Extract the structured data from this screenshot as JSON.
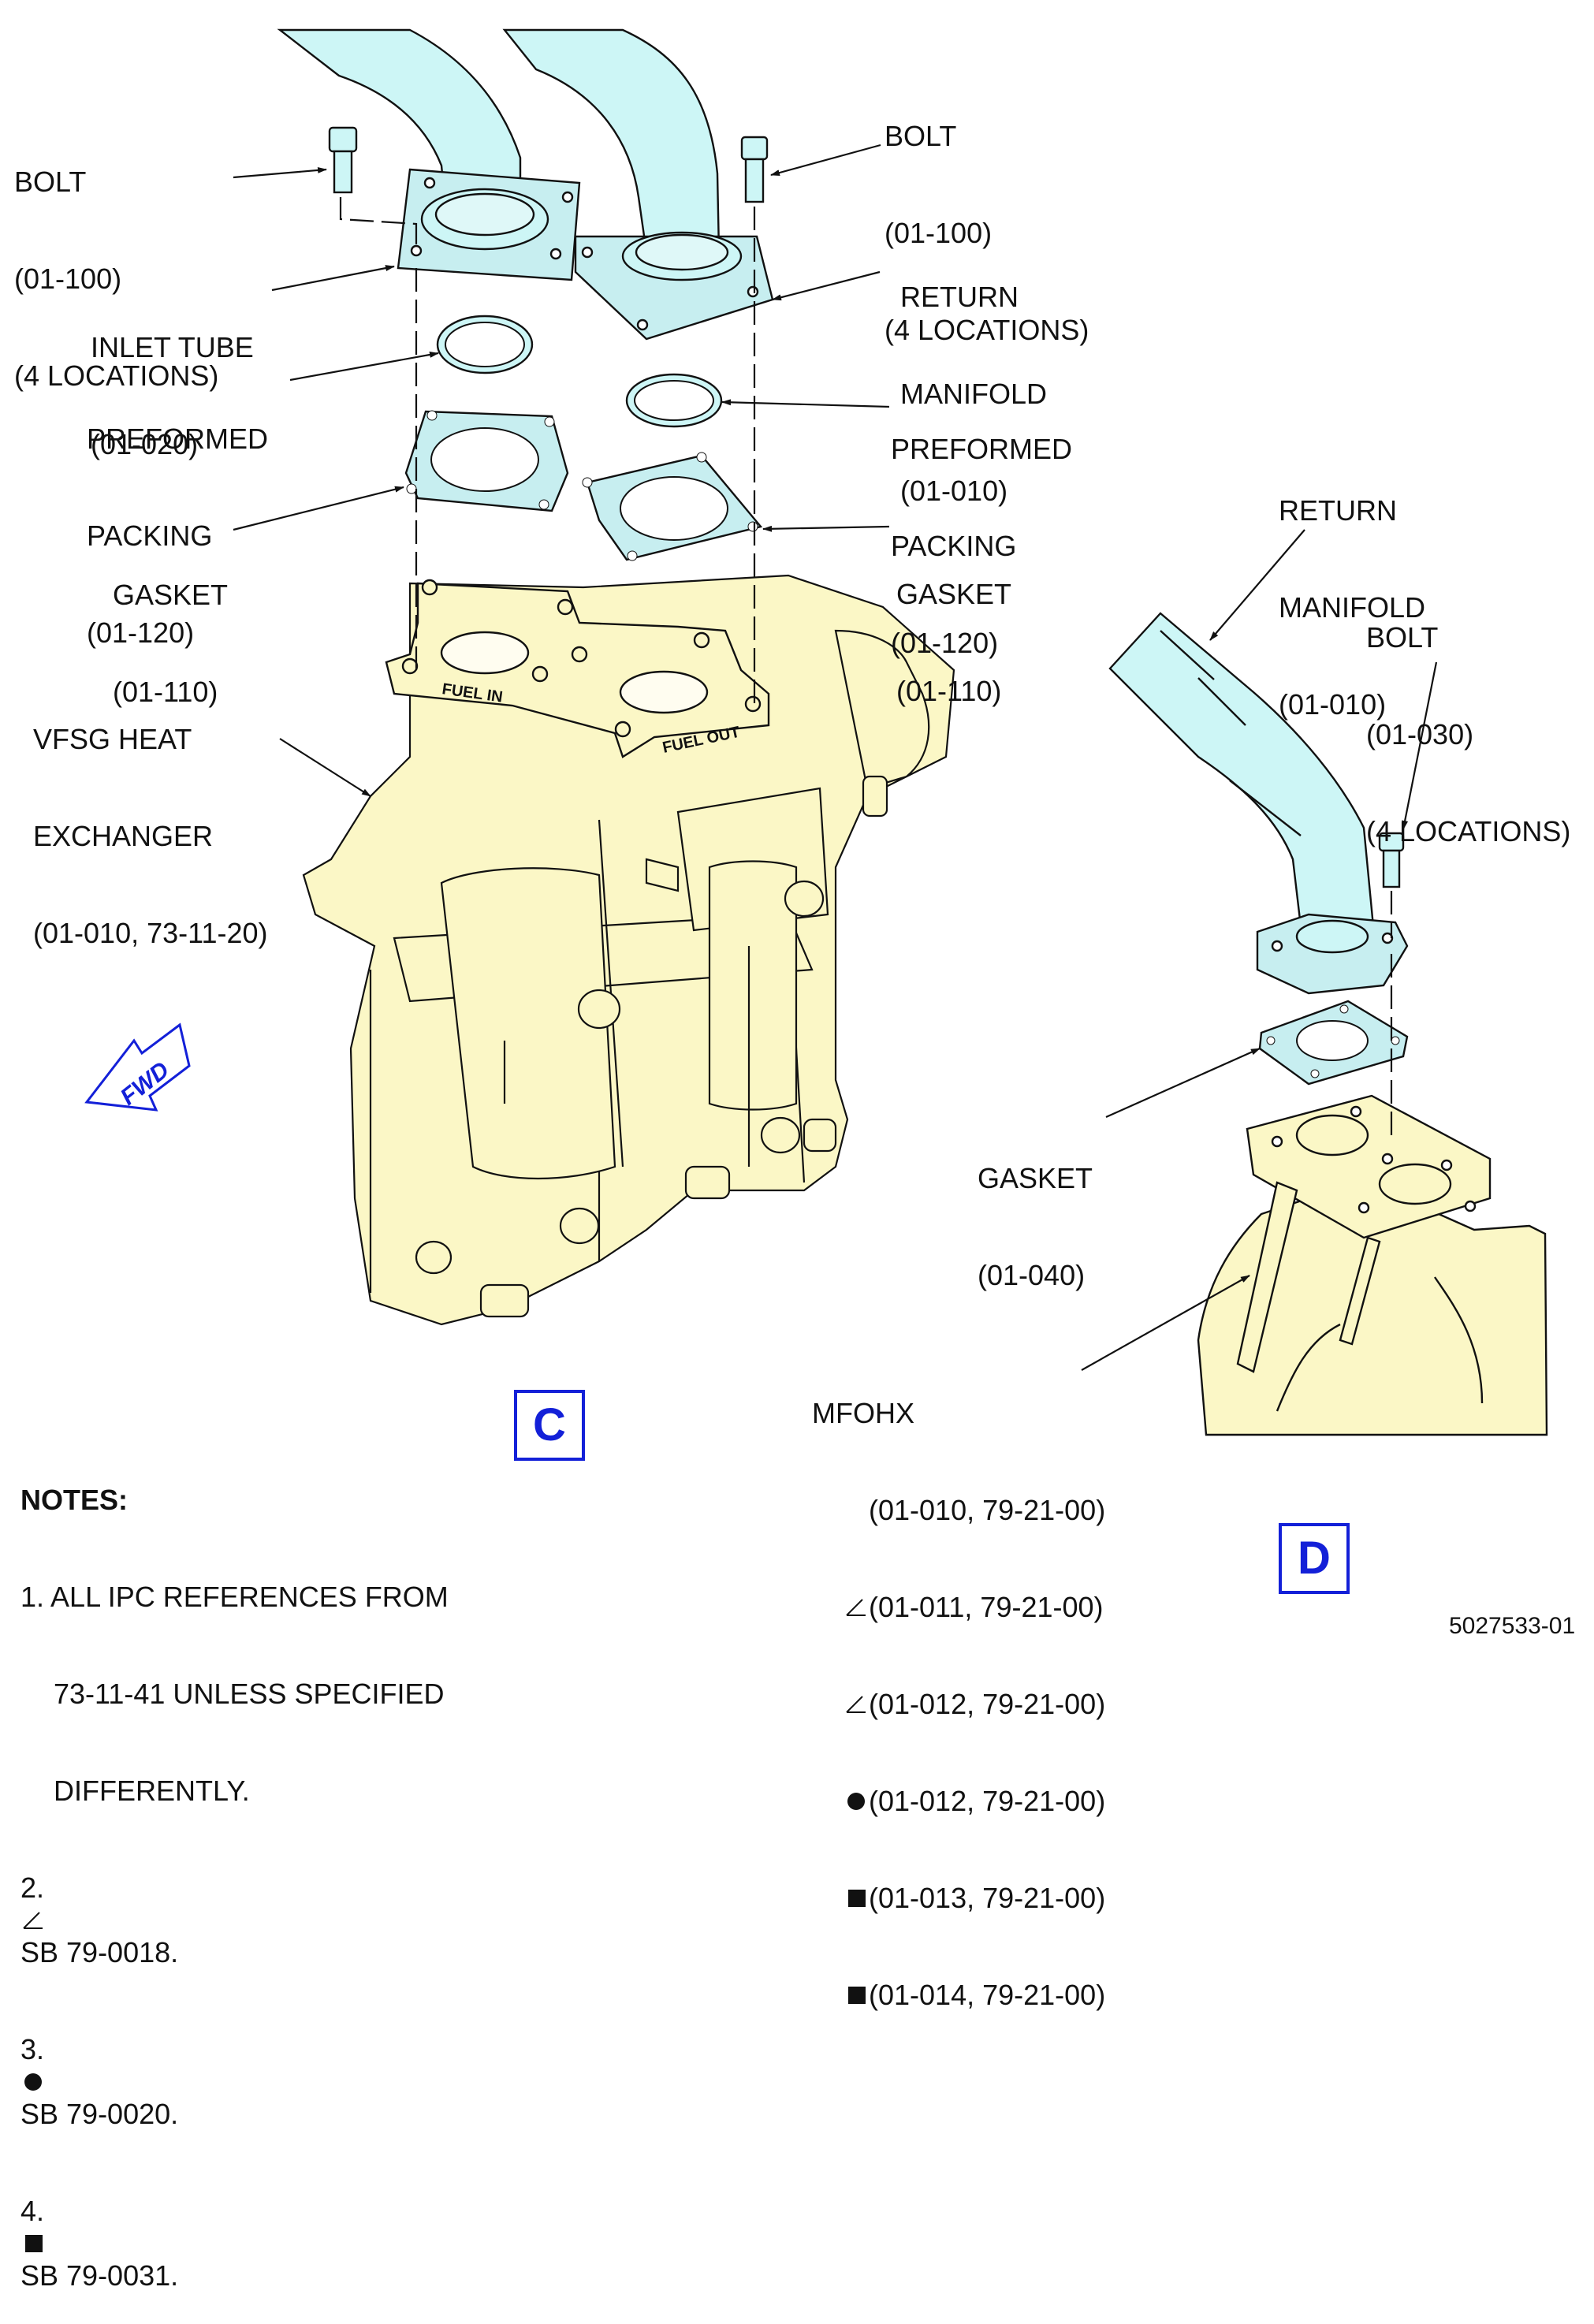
{
  "colors": {
    "part_fill": "#fbf7c6",
    "tube_fill": "#cdf6f6",
    "seal_fill": "#c7eef0",
    "view_border": "#1320d8",
    "line": "#111111"
  },
  "callouts": {
    "bolt_left": [
      "BOLT",
      "(01-100)",
      "(4 LOCATIONS)"
    ],
    "inlet_tube": [
      "INLET TUBE",
      "(01-020)"
    ],
    "packing_left": [
      "PREFORMED",
      "PACKING",
      "(01-120)"
    ],
    "gasket_left": [
      "GASKET",
      "(01-110)"
    ],
    "vfsg": [
      "VFSG HEAT",
      "EXCHANGER",
      "(01-010, 73-11-20)"
    ],
    "bolt_right": [
      "BOLT",
      "(01-100)",
      "(4 LOCATIONS)"
    ],
    "return_manifold_c": [
      "RETURN",
      "MANIFOLD",
      "(01-010)"
    ],
    "packing_right": [
      "PREFORMED",
      "PACKING",
      "(01-120)"
    ],
    "gasket_right": [
      "GASKET",
      "(01-110)"
    ],
    "return_manifold_d": [
      "RETURN",
      "MANIFOLD",
      "(01-010)"
    ],
    "bolt_d": [
      "BOLT",
      "(01-030)",
      "(4 LOCATIONS)"
    ],
    "gasket_d": [
      "GASKET",
      "(01-040)"
    ]
  },
  "mfohx": {
    "title": "MFOHX",
    "refs": [
      {
        "symbol": "",
        "text": "(01-010, 79-21-00)"
      },
      {
        "symbol": "triangle",
        "text": "(01-011, 79-21-00)"
      },
      {
        "symbol": "triangle",
        "text": "(01-012, 79-21-00)"
      },
      {
        "symbol": "circle",
        "text": "(01-012, 79-21-00)"
      },
      {
        "symbol": "square",
        "text": "(01-013, 79-21-00)"
      },
      {
        "symbol": "square",
        "text": "(01-014, 79-21-00)"
      }
    ]
  },
  "part_markings": {
    "fuel_in": "FUEL IN",
    "fuel_out": "FUEL OUT"
  },
  "fwd_label": "FWD",
  "views": {
    "c": "C",
    "d": "D"
  },
  "notes": {
    "title": "NOTES:",
    "n1_line1": "1. ALL IPC REFERENCES FROM",
    "n1_line2": "73-11-41 UNLESS SPECIFIED",
    "n1_line3": "DIFFERENTLY.",
    "n2_prefix": "2.",
    "n2_text": "SB 79-0018.",
    "n3_prefix": "3.",
    "n3_text": "SB 79-0020.",
    "n4_prefix": "4.",
    "n4_text": "SB 79-0031."
  },
  "drawing_number": "5027533-01"
}
